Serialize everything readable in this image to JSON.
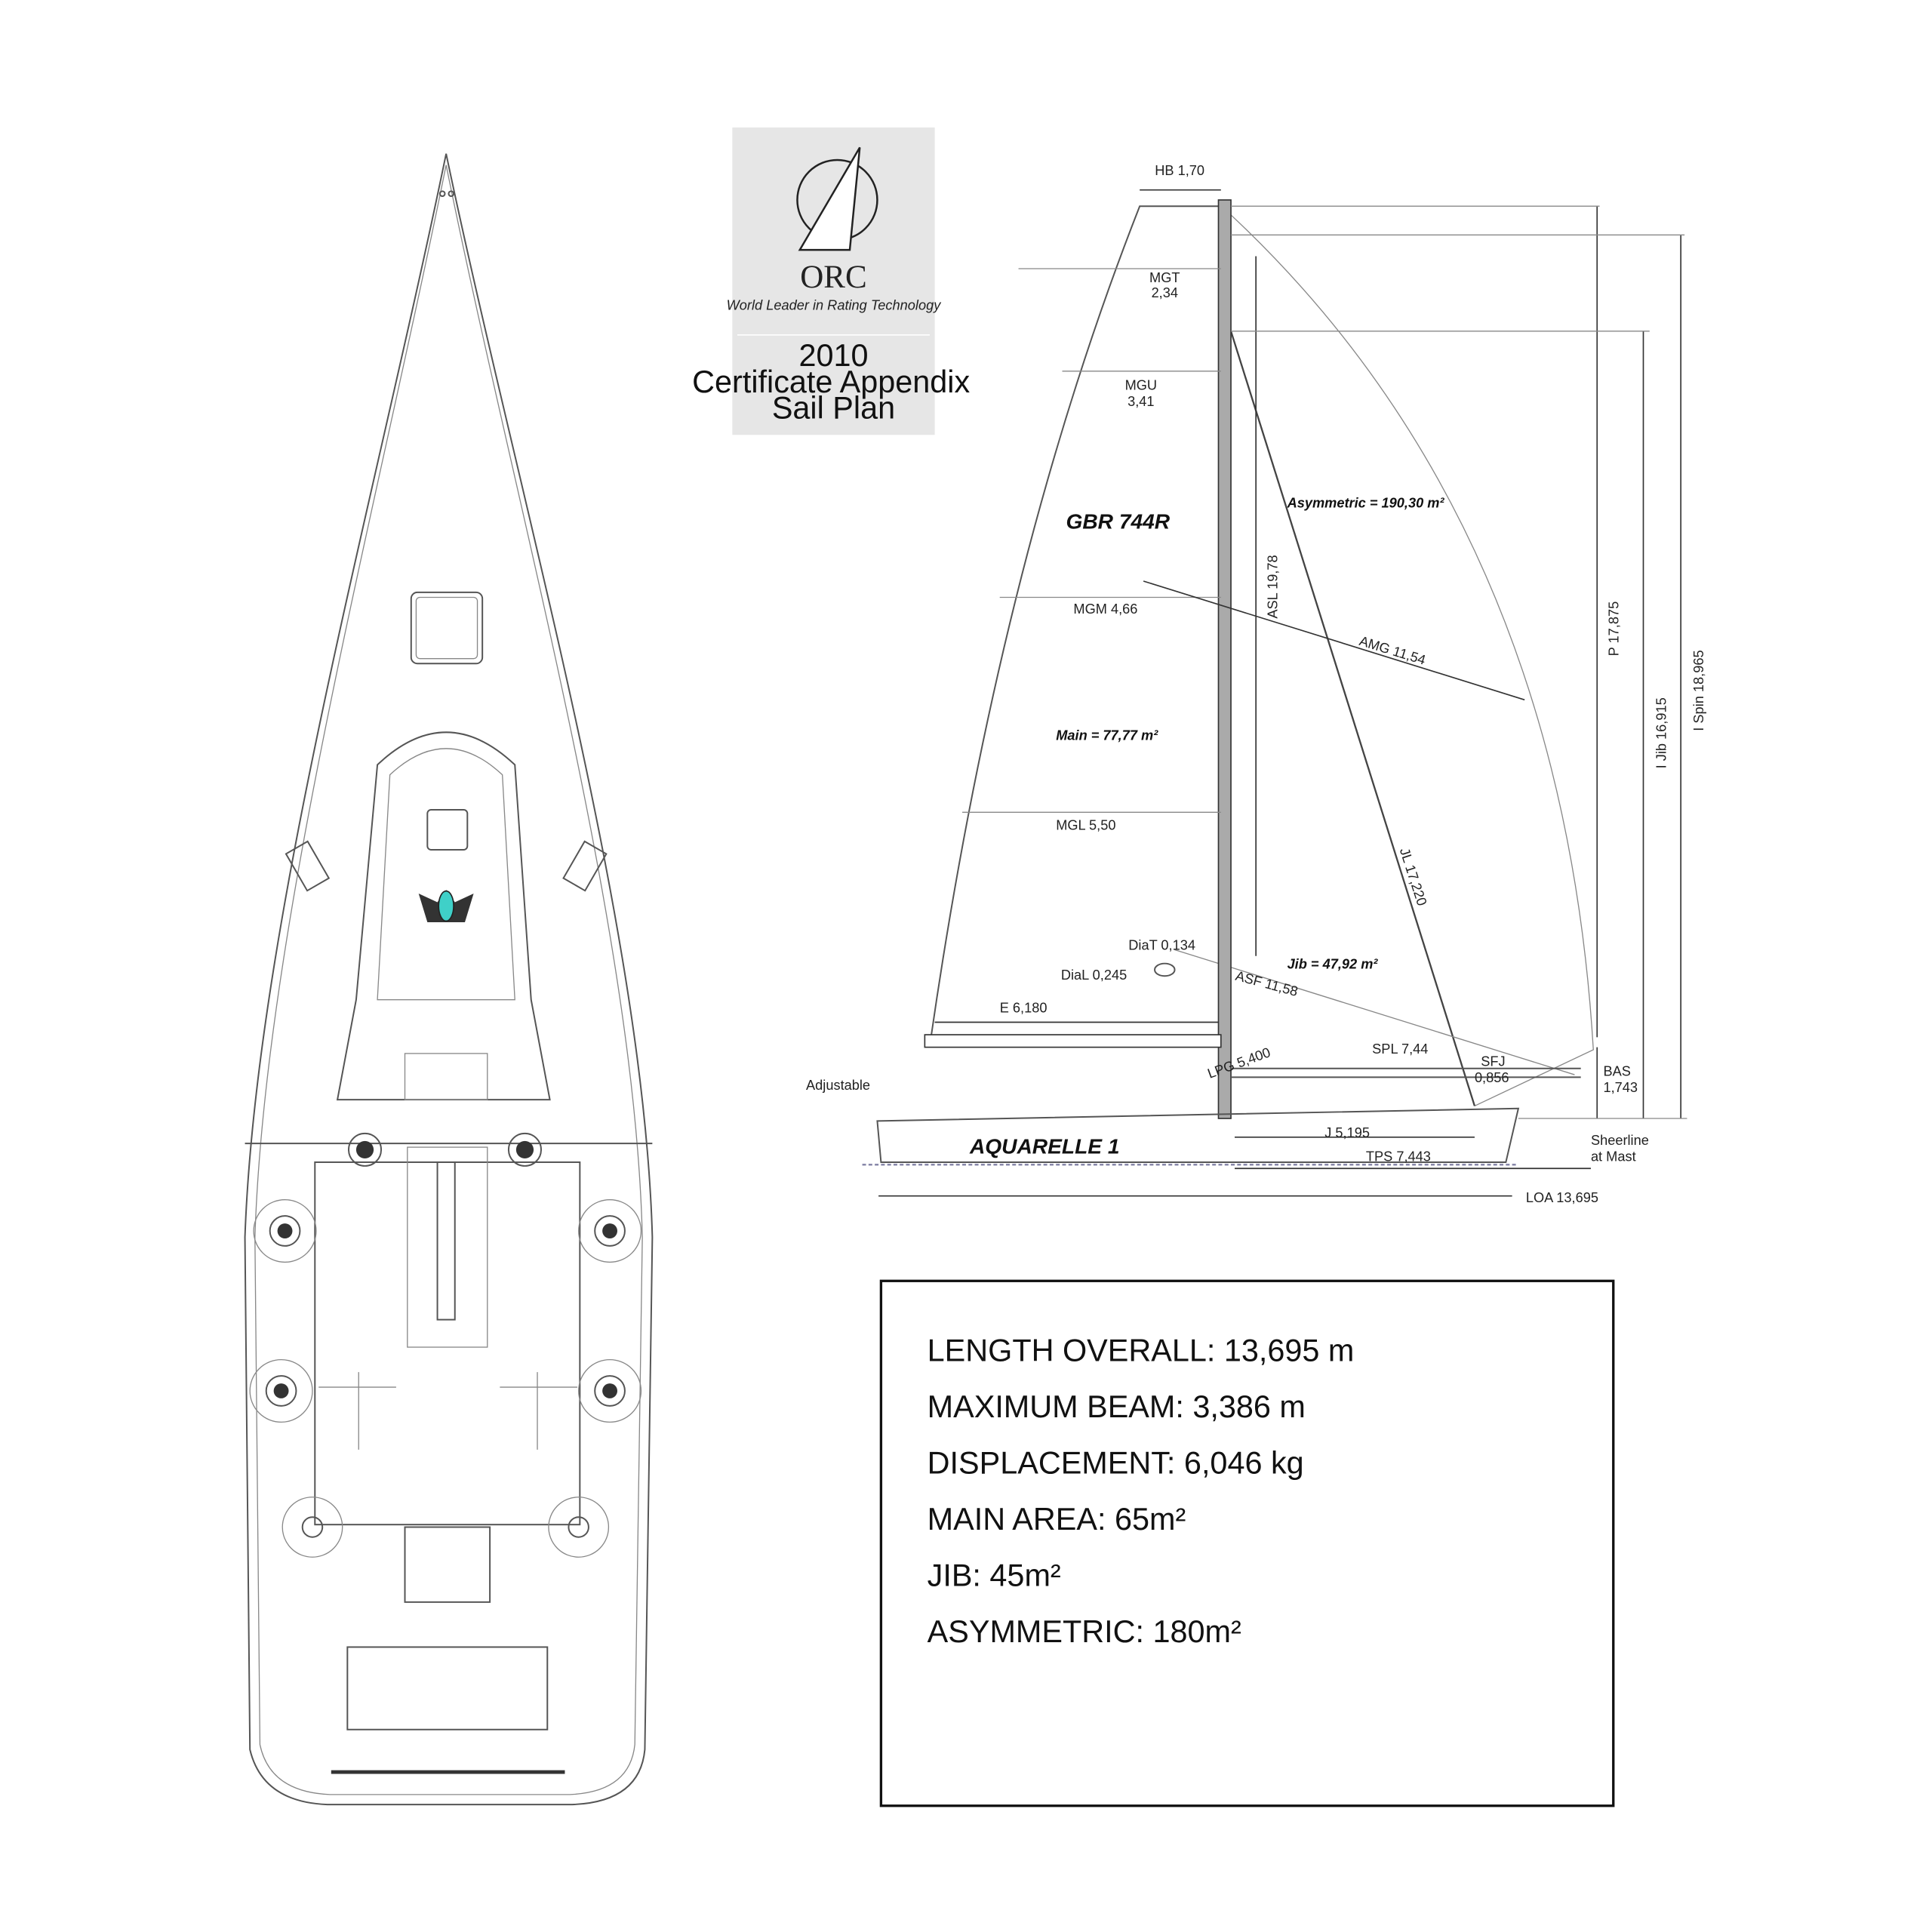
{
  "badge": {
    "logo_text": "ORC",
    "tagline": "World Leader in Rating Technology",
    "year": "2010",
    "line1": "Certificate Appendix",
    "line2": "Sail Plan"
  },
  "sail_plan": {
    "hb": "HB 1,70",
    "mgt": "MGT",
    "mgt_val": "2,34",
    "mgu": "MGU",
    "mgu_val": "3,41",
    "sail_number": "GBR 744R",
    "mgm": "MGM 4,66",
    "main_area": "Main = 77,77 m²",
    "mgl": "MGL 5,50",
    "asym_area": "Asymmetric = 190,30 m²",
    "asl": "ASL 19,78",
    "amg": "AMG 11,54",
    "jl": "JL 17,220",
    "jib_area": "Jib = 47,92 m²",
    "asf": "ASF 11,58",
    "diat": "DiaT 0,134",
    "dial": "DiaL 0,245",
    "e": "E 6,180",
    "adjustable": "Adjustable",
    "lpg": "LPG 5,400",
    "spl": "SPL 7,44",
    "sfj": "SFJ",
    "sfj_val": "0,856",
    "bas": "BAS",
    "bas_val": "1,743",
    "p": "P 17,875",
    "ijib": "I Jib 16,915",
    "ispin": "I Spin 18,965",
    "boat_name": "AQUARELLE 1",
    "j": "J 5,195",
    "tps": "TPS 7,443",
    "sheer1": "Sheerline",
    "sheer2": "at Mast",
    "loa": "LOA 13,695"
  },
  "specs": [
    {
      "text": "LENGTH OVERALL: 13,695 m"
    },
    {
      "text": "MAXIMUM BEAM: 3,386 m"
    },
    {
      "text": "DISPLACEMENT: 6,046 kg"
    },
    {
      "text": "MAIN AREA: 65m²"
    },
    {
      "text": "JIB: 45m²"
    },
    {
      "text": "ASYMMETRIC: 180m²"
    }
  ]
}
